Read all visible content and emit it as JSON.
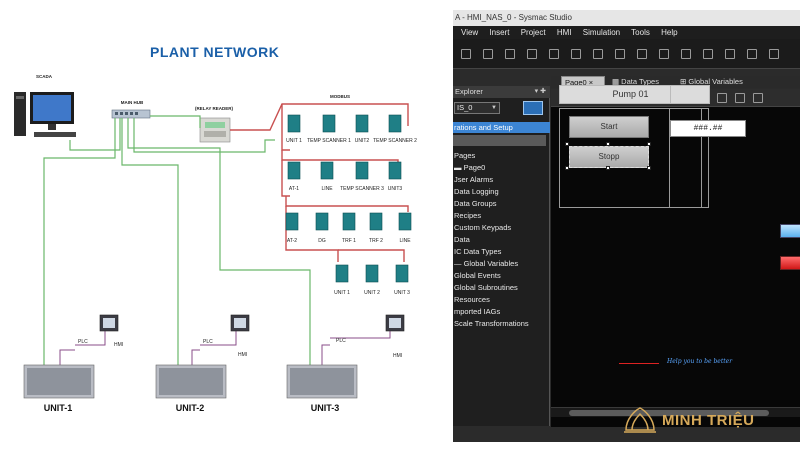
{
  "diagram": {
    "title": "PLANT NETWORK",
    "labels": {
      "scada": "SCADA",
      "main_hub": "MAIN HUB",
      "relay_reader": "(RELAY READER)",
      "modbus": "MODBUS"
    },
    "modbus_rows": [
      [
        "UNIT 1",
        "TEMP SCANNER 1",
        "UNIT2",
        "TEMP SCANNER 2"
      ],
      [
        "AT-1",
        "LINE",
        "TEMP SCANNER 3",
        "UNIT3"
      ],
      [
        "AT-2",
        "DG",
        "TRF 1",
        "TRF 2",
        "LINE"
      ],
      [
        "UNIT 1",
        "UNIT 2",
        "UNIT 3"
      ]
    ],
    "units": [
      {
        "name": "UNIT-1",
        "plc": "PLC",
        "hmi": "HMI"
      },
      {
        "name": "UNIT-2",
        "plc": "PLC",
        "hmi": "HMI"
      },
      {
        "name": "UNIT-3",
        "plc": "PLC",
        "hmi": "HMI"
      }
    ]
  },
  "studio": {
    "window_title": "A - HMI_NAS_0 - Sysmac Studio",
    "menu": [
      "View",
      "Insert",
      "Project",
      "HMI",
      "Simulation",
      "Tools",
      "Help"
    ],
    "explorer_title": "Explorer",
    "device": "IS_0",
    "tree_selected": "rations and Setup",
    "tree_items": [
      "Pages",
      "Page0",
      "Jser Alarms",
      "Data Logging",
      "Data Groups",
      "Recipes",
      "Custom Keypads",
      "Data",
      "IC Data Types",
      "Global Variables",
      "Global Events",
      "Global Subroutines",
      "Resources",
      "mported IAGs",
      "Scale Transformations"
    ],
    "tabs": [
      "Page0",
      "Data Types",
      "Global Variables"
    ],
    "pump_title": "Pump 01",
    "start_label": "Start",
    "stop_label": "Stopp",
    "numeric_display": "###.##",
    "signature": "Help you to be better",
    "colors": {
      "canvas": "#070707",
      "selection": "#3c85d4",
      "indicator_blue": "#5ab0ee",
      "indicator_red": "#d01818"
    }
  },
  "watermark": {
    "brand": "MINH TRIỆU"
  }
}
